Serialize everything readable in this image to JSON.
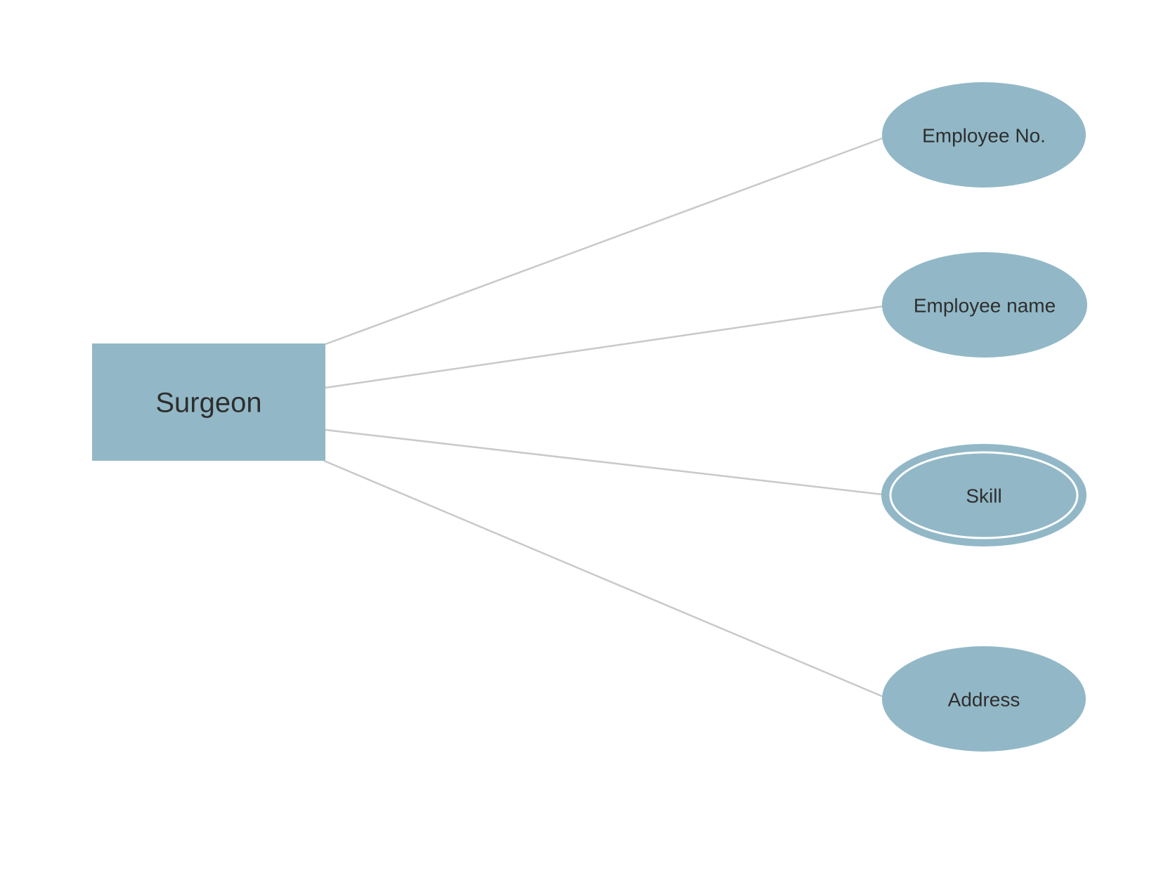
{
  "diagram": {
    "type": "entity-relationship-attributes",
    "entity": {
      "label": "Surgeon",
      "shape": "rectangle"
    },
    "attributes": [
      {
        "label": "Employee No.",
        "kind": "simple",
        "shape": "ellipse"
      },
      {
        "label": "Employee name",
        "kind": "simple",
        "shape": "ellipse"
      },
      {
        "label": "Skill",
        "kind": "multivalued",
        "shape": "double-ellipse"
      },
      {
        "label": "Address",
        "kind": "simple",
        "shape": "ellipse"
      }
    ],
    "connectors": [
      {
        "from": "Surgeon",
        "to": "Employee No."
      },
      {
        "from": "Surgeon",
        "to": "Employee name"
      },
      {
        "from": "Surgeon",
        "to": "Skill"
      },
      {
        "from": "Surgeon",
        "to": "Address"
      }
    ],
    "colors": {
      "shape_fill": "#92b8c7",
      "connector": "#c9c9c9",
      "text": "#2e2e2e",
      "inner_ring": "#ffffff",
      "background": "#ffffff"
    }
  }
}
